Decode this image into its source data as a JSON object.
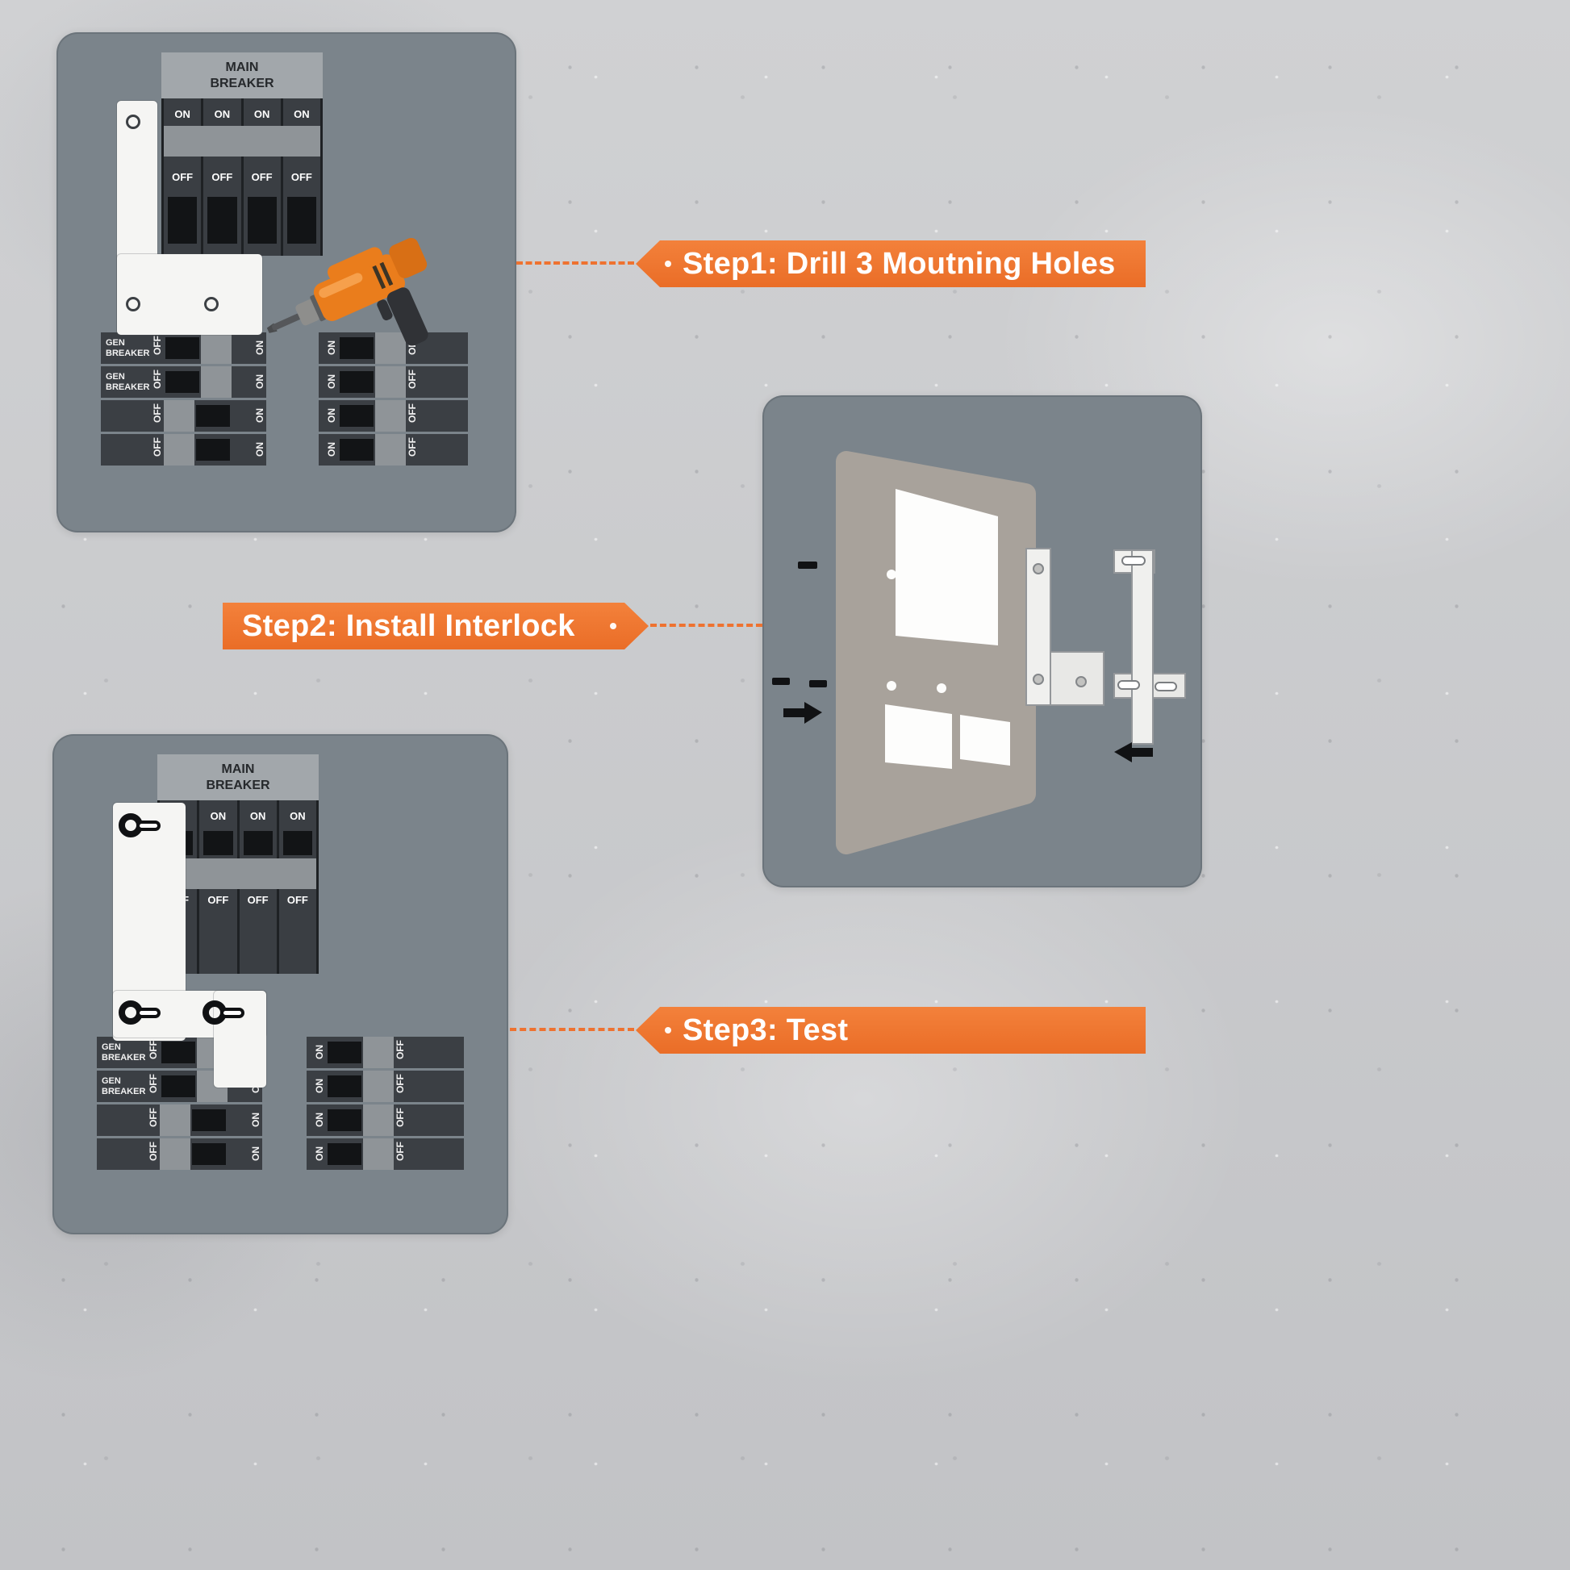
{
  "title": "Generator interlock kit installation instructions",
  "colors": {
    "accent_orange": "#EE7230",
    "panel_gray": "#7B848B",
    "plate_white": "#F5F5F3",
    "breaker_dark": "#3B3F44",
    "breaker_black": "#121416",
    "handle_gray": "#8F9498",
    "wall_gray": "#C9CACC"
  },
  "steps": [
    {
      "label": "Step1: Drill 3 Moutning Holes"
    },
    {
      "label": "Step2: Install Interlock"
    },
    {
      "label": "Step3: Test"
    }
  ],
  "labels": {
    "main_breaker": "MAIN\nBREAKER",
    "gen_breaker": "GEN\nBREAKER",
    "on": "ON",
    "off": "OFF"
  },
  "icons": {
    "drill": "drill-icon",
    "lock": "lock-icon",
    "arrow_right": "arrow-right-icon",
    "arrow_left": "arrow-left-icon",
    "mounting_hole": "mounting-hole"
  }
}
